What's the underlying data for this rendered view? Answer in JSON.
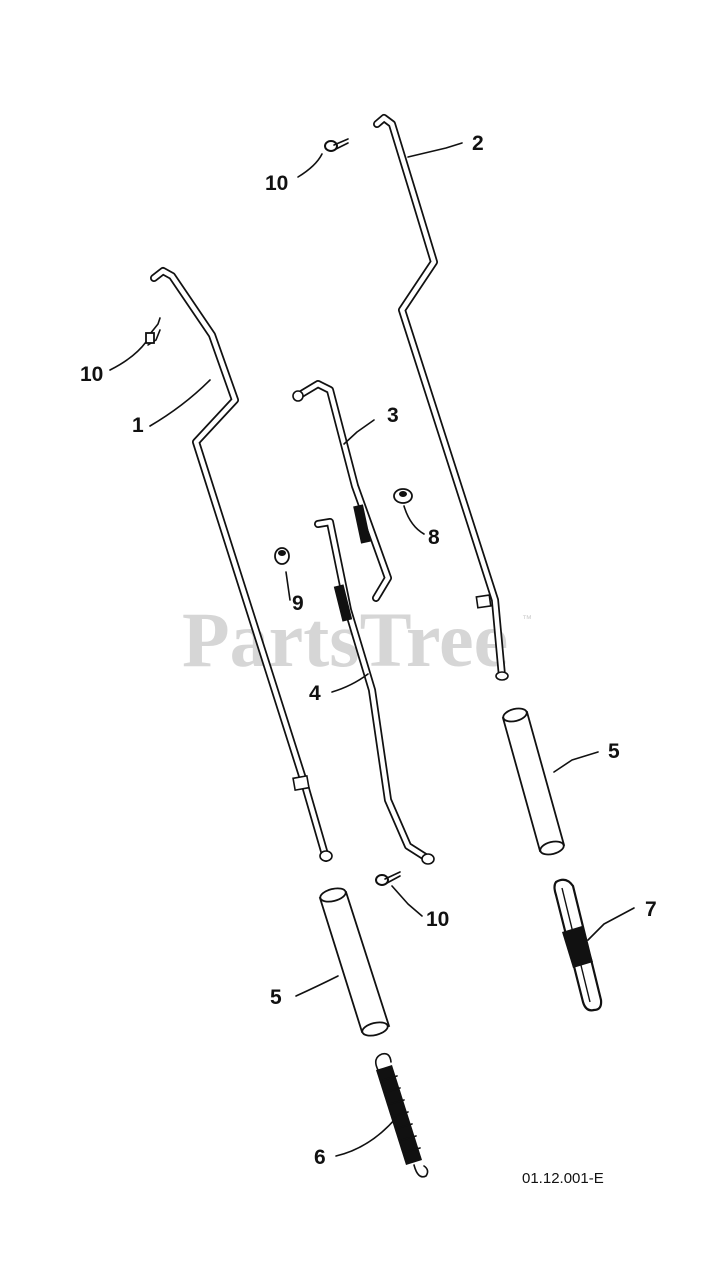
{
  "diagram": {
    "reference_code": "01.12.001-E",
    "watermark": {
      "text": "PartsTree",
      "trademark": "™"
    },
    "callouts": [
      {
        "id": "c1",
        "label": "1"
      },
      {
        "id": "c2",
        "label": "2"
      },
      {
        "id": "c3",
        "label": "3"
      },
      {
        "id": "c4",
        "label": "4"
      },
      {
        "id": "c5a",
        "label": "5"
      },
      {
        "id": "c5b",
        "label": "5"
      },
      {
        "id": "c6",
        "label": "6"
      },
      {
        "id": "c7",
        "label": "7"
      },
      {
        "id": "c8",
        "label": "8"
      },
      {
        "id": "c9",
        "label": "9"
      },
      {
        "id": "c10a",
        "label": "10"
      },
      {
        "id": "c10b",
        "label": "10"
      },
      {
        "id": "c10c",
        "label": "10"
      }
    ]
  }
}
